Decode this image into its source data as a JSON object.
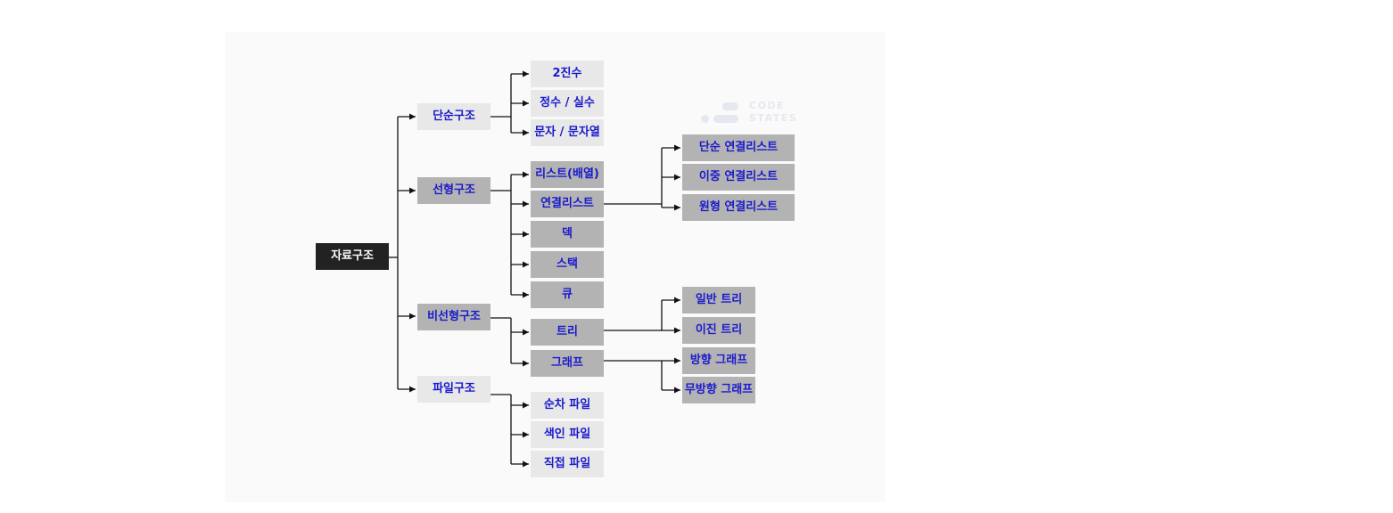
{
  "logo": {
    "line1": "CODE",
    "line2": "STATES"
  },
  "nodes": {
    "root": "자료구조",
    "simple": "단순구조",
    "linear": "선형구조",
    "nonlinear": "비선형구조",
    "file": "파일구조",
    "binary": "2진수",
    "int_real": "정수 / 실수",
    "char_string": "문자 / 문자열",
    "list_array": "리스트(배열)",
    "linked_list": "연결리스트",
    "deque": "덱",
    "stack": "스택",
    "queue": "큐",
    "tree": "트리",
    "graph": "그래프",
    "sequential_file": "순차 파일",
    "indexed_file": "색인 파일",
    "direct_file": "직접 파일",
    "singly_linked": "단순 연결리스트",
    "doubly_linked": "이중 연결리스트",
    "circular_linked": "원형 연결리스트",
    "general_tree": "일반 트리",
    "binary_tree": "이진 트리",
    "directed_graph": "방향 그래프",
    "undirected_graph": "무방향 그래프"
  },
  "colors": {
    "text": "#1a1acc",
    "root_bg": "#222222",
    "light_bg": "#e8e8e8",
    "dark_bg": "#b3b3b3",
    "line": "#111111"
  }
}
